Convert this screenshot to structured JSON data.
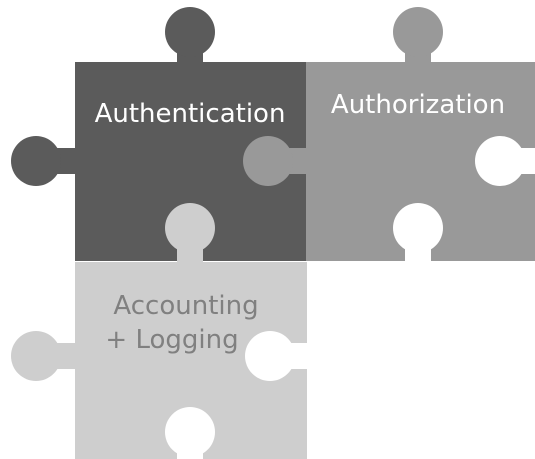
{
  "pieces": {
    "authentication": {
      "label": "Authentication",
      "color": "#5b5b5b",
      "text_color": "#ffffff"
    },
    "authorization": {
      "label": "Authorization",
      "color": "#999999",
      "text_color": "#ffffff"
    },
    "accounting": {
      "line1": "Accounting",
      "line2": "+ Logging",
      "color": "#cecece",
      "text_color": "#808080"
    }
  },
  "background": "#ffffff"
}
